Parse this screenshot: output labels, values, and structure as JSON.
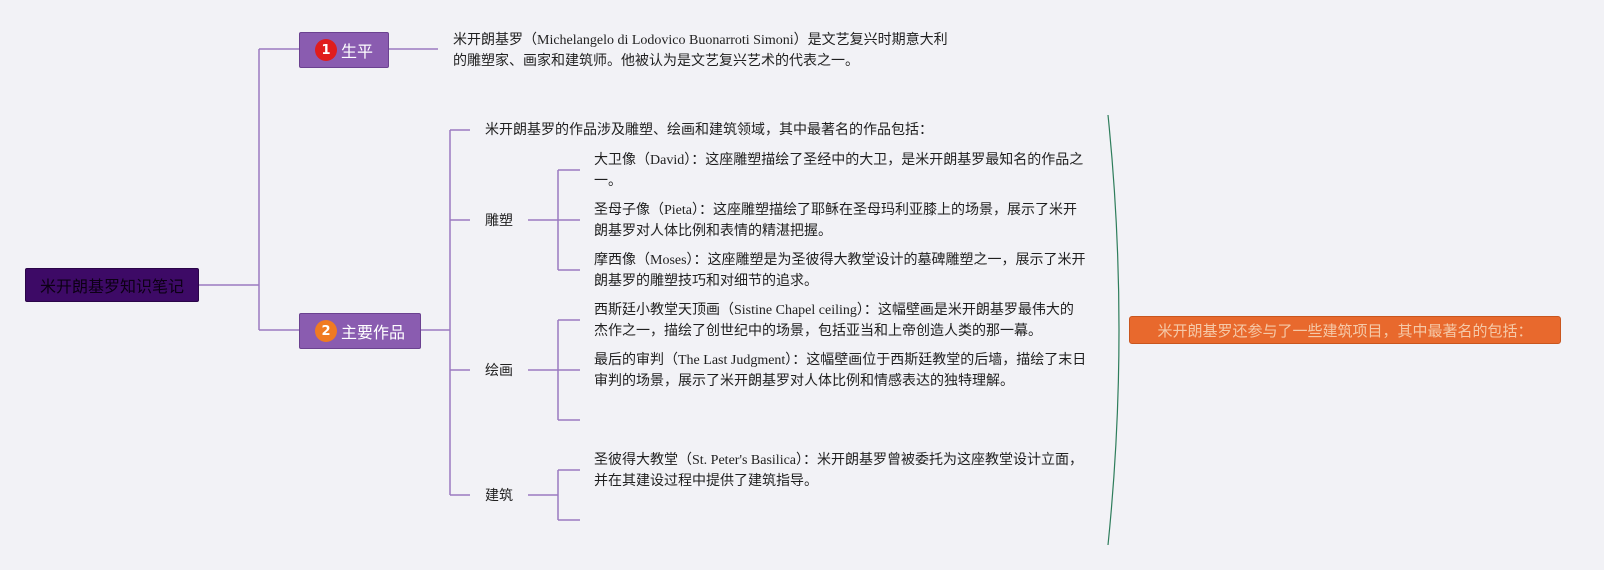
{
  "root": {
    "label": "米开朗基罗知识笔记"
  },
  "branches": [
    {
      "number": "1",
      "label": "生平",
      "text": "米开朗基罗（Michelangelo di Lodovico Buonarroti Simoni）是文艺复兴时期意大利的雕塑家、画家和建筑师。他被认为是文艺复兴艺术的代表之一。",
      "text_lines": [
        "米开朗基罗（Michelangelo di Lodovico Buonarroti Simoni）是文艺复兴时期意大利",
        "的雕塑家、画家和建筑师。他被认为是文艺复兴艺术的代表之一。"
      ]
    },
    {
      "number": "2",
      "label": "主要作品",
      "intro": "米开朗基罗的作品涉及雕塑、绘画和建筑领域，其中最著名的作品包括：",
      "categories": [
        {
          "label": "雕塑",
          "items": [
            {
              "lines": [
                "大卫像（David）：这座雕塑描绘了圣经中的大卫，是米开朗基罗最知名的作品之",
                "一。"
              ]
            },
            {
              "lines": [
                "圣母子像（Pieta）：这座雕塑描绘了耶稣在圣母玛利亚膝上的场景，展示了米开",
                "朗基罗对人体比例和表情的精湛把握。"
              ]
            },
            {
              "lines": [
                "摩西像（Moses）：这座雕塑是为圣彼得大教堂设计的墓碑雕塑之一，展示了米开",
                "朗基罗的雕塑技巧和对细节的追求。"
              ]
            }
          ]
        },
        {
          "label": "绘画",
          "items": [
            {
              "lines": [
                "西斯廷小教堂天顶画（Sistine Chapel ceiling）：这幅壁画是米开朗基罗最伟大的",
                "杰作之一，描绘了创世纪中的场景，包括亚当和上帝创造人类的那一幕。"
              ]
            },
            {
              "lines": [
                "最后的审判（The Last Judgment）：这幅壁画位于西斯廷教堂的后墙，描绘了末日",
                "审判的场景，展示了米开朗基罗对人体比例和情感表达的独特理解。"
              ]
            }
          ]
        },
        {
          "label": "建筑",
          "items": [
            {
              "lines": [
                "圣彼得大教堂（St. Peter's Basilica）：米开朗基罗曾被委托为这座教堂设计立面，",
                "并在其建设过程中提供了建筑指导。"
              ]
            }
          ]
        }
      ]
    }
  ],
  "callout": {
    "label": "米开朗基罗还参与了一些建筑项目，其中最著名的包括："
  },
  "colors": {
    "connector": "#9b7bc0",
    "root_fill": "#3d0a66",
    "branch_fill": "#8a5cb0",
    "callout_fill": "#e8692d",
    "bracket": "#2e7d5b",
    "num1": "#e01c1c",
    "num2": "#f07a21"
  }
}
